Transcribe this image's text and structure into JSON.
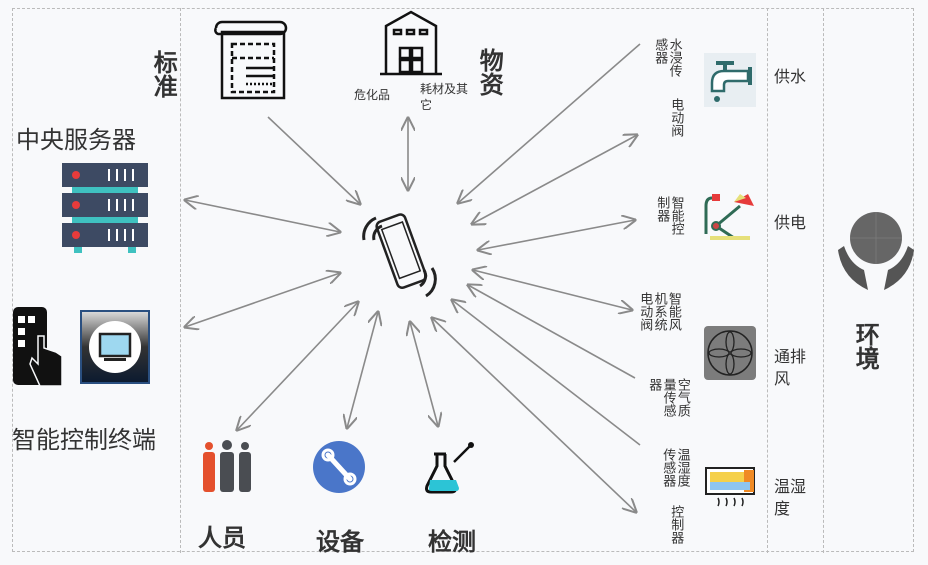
{
  "left": {
    "server_label": "中央服务器",
    "terminal_label": "智能控制终端"
  },
  "top": {
    "standard_label": "标准",
    "materials_label": "物资",
    "hazard_label": "危化品",
    "consumables_label": "耗材及其它"
  },
  "bottom": {
    "people_label": "人员",
    "equipment_label": "设备",
    "detection_label": "检测"
  },
  "right": {
    "devices": [
      "水浸传感器",
      "电动阀",
      "智能控制器",
      "智能风机系统电动阀",
      "空气质量传感器",
      "温湿度传感器",
      "控制器"
    ],
    "categories": [
      "供水",
      "供电",
      "通排风",
      "温湿度"
    ],
    "environment_label": "环境"
  },
  "colors": {
    "arrow": "#8a8a8a",
    "server": "#3d4a63",
    "server_accent": "#3fc1c0",
    "wrench": "#4a76c9",
    "person_red": "#e4502d"
  }
}
